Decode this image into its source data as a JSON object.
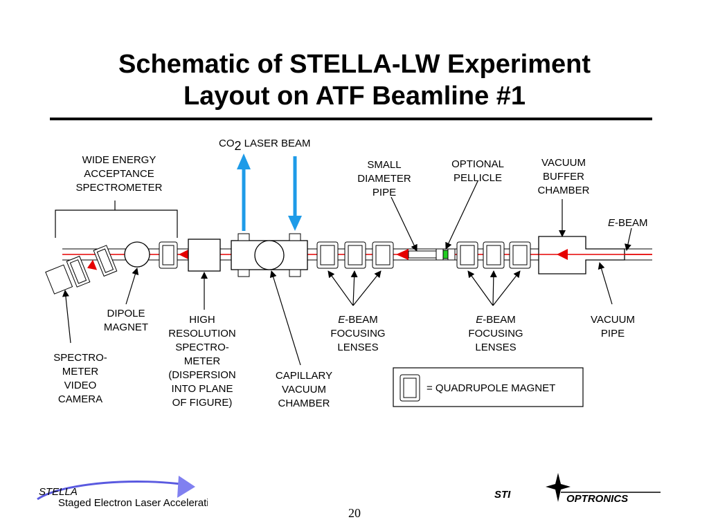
{
  "slide": {
    "title_line1": "Schematic of STELLA-LW Experiment",
    "title_line2": "Layout on ATF Beamline #1",
    "page_number": "20"
  },
  "labels": {
    "laser_co": "CO",
    "laser_sub": "2",
    "laser_rest": " LASER BEAM",
    "spectrometer": [
      "WIDE ENERGY",
      "ACCEPTANCE",
      "SPECTROMETER"
    ],
    "small_pipe": [
      "SMALL",
      "DIAMETER",
      "PIPE"
    ],
    "pellicle": [
      "OPTIONAL",
      "PELLICLE"
    ],
    "buffer": [
      "VACUUM",
      "BUFFER",
      "CHAMBER"
    ],
    "ebeam_prefix": "E",
    "ebeam_suffix": "-BEAM",
    "dipole": [
      "DIPOLE",
      "MAGNET"
    ],
    "high_res": [
      "HIGH",
      "RESOLUTION",
      "SPECTRO-",
      "METER",
      "(DISPERSION",
      "INTO PLANE",
      "OF FIGURE)"
    ],
    "focus_left": [
      "FOCUSING",
      "LENSES"
    ],
    "focus_right": [
      "FOCUSING",
      "LENSES"
    ],
    "vacuum_pipe": [
      "VACUUM",
      "PIPE"
    ],
    "camera": [
      "SPECTRO-",
      "METER",
      "VIDEO",
      "CAMERA"
    ],
    "capillary": [
      "CAPILLARY",
      "VACUUM",
      "CHAMBER"
    ],
    "legend": "= QUADRUPOLE MAGNET"
  },
  "logos": {
    "stella_word": "STELLA",
    "stella_tagline": "Staged Electron Laser Acceleration",
    "sti_word": "STI",
    "sti_optronics": "OPTRONICS"
  },
  "colors": {
    "laser_arrow": "#1e9be8",
    "beam_red": "#e60000",
    "pellicle_green": "#22cc22",
    "sti_teal": "#1aa0a8"
  }
}
